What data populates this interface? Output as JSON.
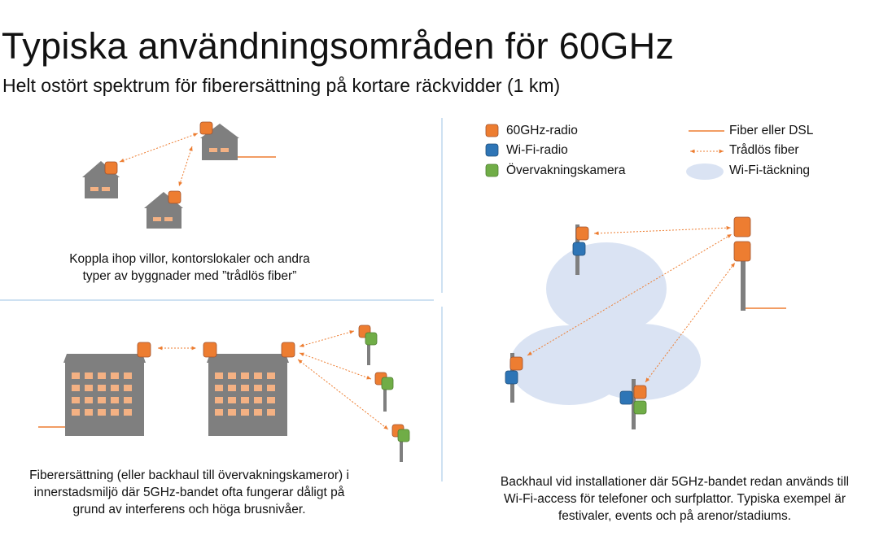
{
  "title": "Typiska användningsområden för 60GHz",
  "subtitle": "Helt ostört spektrum för fiberersättning på kortare räckvidder (1 km)",
  "colors": {
    "radio_60ghz": "#ed7d31",
    "wifi_radio": "#2e75b6",
    "camera": "#70ad47",
    "fiber": "#ed7d31",
    "wifi_coverage": "#dae3f3",
    "building": "#7f7f7f",
    "divider": "#9dc3e6"
  },
  "legend": {
    "radio_60ghz": "60GHz-radio",
    "wifi_radio": "Wi-Fi-radio",
    "camera": "Övervakningskamera",
    "fiber": "Fiber eller DSL",
    "wireless_fiber": "Trådlös fiber",
    "wifi_coverage": "Wi-Fi-täckning"
  },
  "captions": {
    "houses": [
      "Koppla ihop villor, kontorslokaler och andra",
      "typer av byggnader med ”trådlös fiber”"
    ],
    "city": [
      "Fiberersättning (eller backhaul till övervakningskameror) i",
      "innerstadsmiljö där 5GHz-bandet ofta fungerar dåligt på",
      "grund av interferens och höga brusnivåer."
    ],
    "events": [
      "Backhaul vid installationer där 5GHz-bandet redan används till",
      "Wi-Fi-access för telefoner och surfplattor. Typiska exempel är",
      "festivaler, events och på arenor/stadiums."
    ]
  }
}
